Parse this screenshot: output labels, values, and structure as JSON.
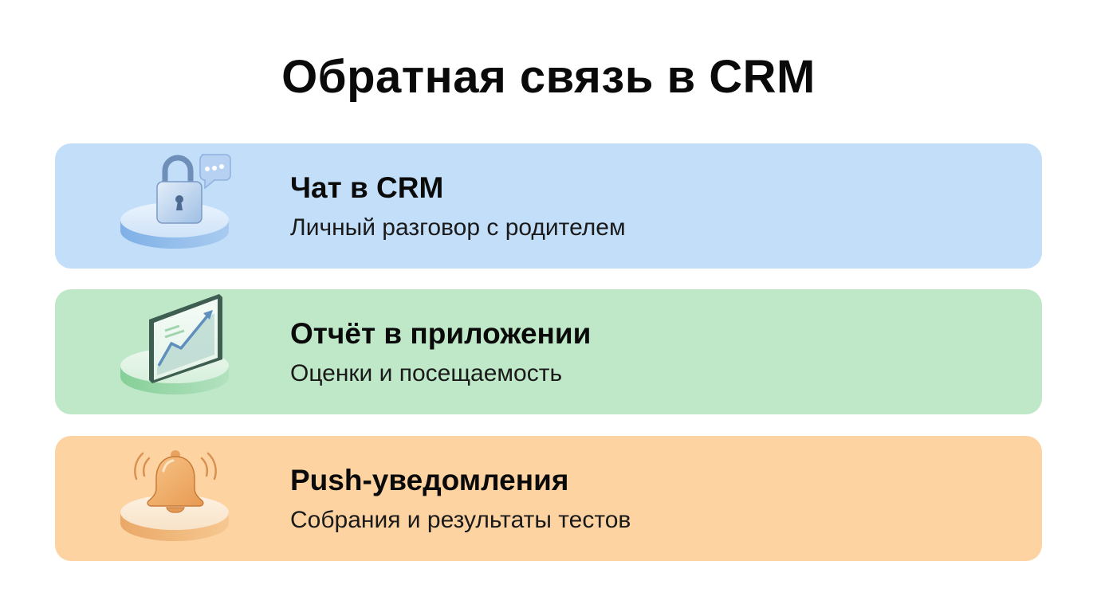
{
  "title": "Обратная связь в CRM",
  "cards": [
    {
      "title": "Чат в CRM",
      "description": "Личный разговор с родителем",
      "icon": "lock-chat-icon",
      "color": "#c2def9"
    },
    {
      "title": "Отчёт в приложении",
      "description": "Оценки и посещаемость",
      "icon": "tablet-chart-icon",
      "color": "#bfe8c8"
    },
    {
      "title": "Push-уведомления",
      "description": "Собрания и результаты тестов",
      "icon": "bell-icon",
      "color": "#fdd3a2"
    }
  ]
}
